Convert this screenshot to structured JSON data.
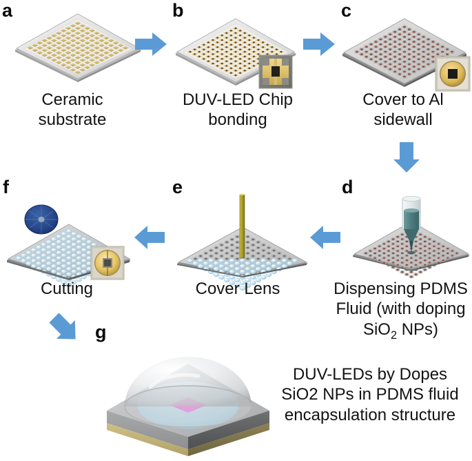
{
  "figure": {
    "type": "process-flow-diagram",
    "subject": "DUV-LED fabrication process with SiO2-NP-doped PDMS encapsulation",
    "accent_color": "#5b9bd5",
    "text_color": "#131313"
  },
  "panels": [
    {
      "key": "a",
      "label": "a",
      "caption_line1": "Ceramic",
      "caption_line2": "substrate",
      "graphic": "ceramic-substrate-wafer-array",
      "inset": null
    },
    {
      "key": "b",
      "label": "b",
      "caption_line1": "DUV-LED Chip",
      "caption_line2": "bonding",
      "graphic": "substrate-with-bonded-chips",
      "inset": "duv-led-chip-photo"
    },
    {
      "key": "c",
      "label": "c",
      "caption_line1": "Cover to Al",
      "caption_line2": "sidewall",
      "graphic": "substrate-with-al-sidewall-cups",
      "inset": "al-sidewall-cup-photo"
    },
    {
      "key": "d",
      "label": "d",
      "caption_line1": "Dispensing PDMS",
      "caption_line2": "Fluid (with doping",
      "caption_line3_pre": "SiO",
      "caption_line3_sub": "2",
      "caption_line3_post": " NPs)",
      "graphic": "dispensing-syringe-over-substrate",
      "inset": null
    },
    {
      "key": "e",
      "label": "e",
      "caption_line1": "Cover Lens",
      "caption_line2": "",
      "graphic": "lens-covering-needle-over-substrate",
      "inset": null
    },
    {
      "key": "f",
      "label": "f",
      "caption_line1": "Cutting",
      "caption_line2": "",
      "graphic": "dicing-blade-cutting-substrate",
      "inset": "singulated-led-photo"
    },
    {
      "key": "g",
      "label": "g",
      "caption_line1": "DUV-LEDs by Dopes",
      "caption_line2": "SiO2 NPs in PDMS fluid",
      "caption_line3": "encapsulation structure",
      "graphic": "final-encapsulated-duv-led-device",
      "inset": null
    }
  ],
  "arrows": [
    {
      "name": "arrow-a-to-b",
      "direction": "right"
    },
    {
      "name": "arrow-b-to-c",
      "direction": "right"
    },
    {
      "name": "arrow-c-to-d",
      "direction": "down"
    },
    {
      "name": "arrow-d-to-e",
      "direction": "left"
    },
    {
      "name": "arrow-e-to-f",
      "direction": "left"
    },
    {
      "name": "arrow-f-to-g",
      "direction": "down-right"
    }
  ]
}
